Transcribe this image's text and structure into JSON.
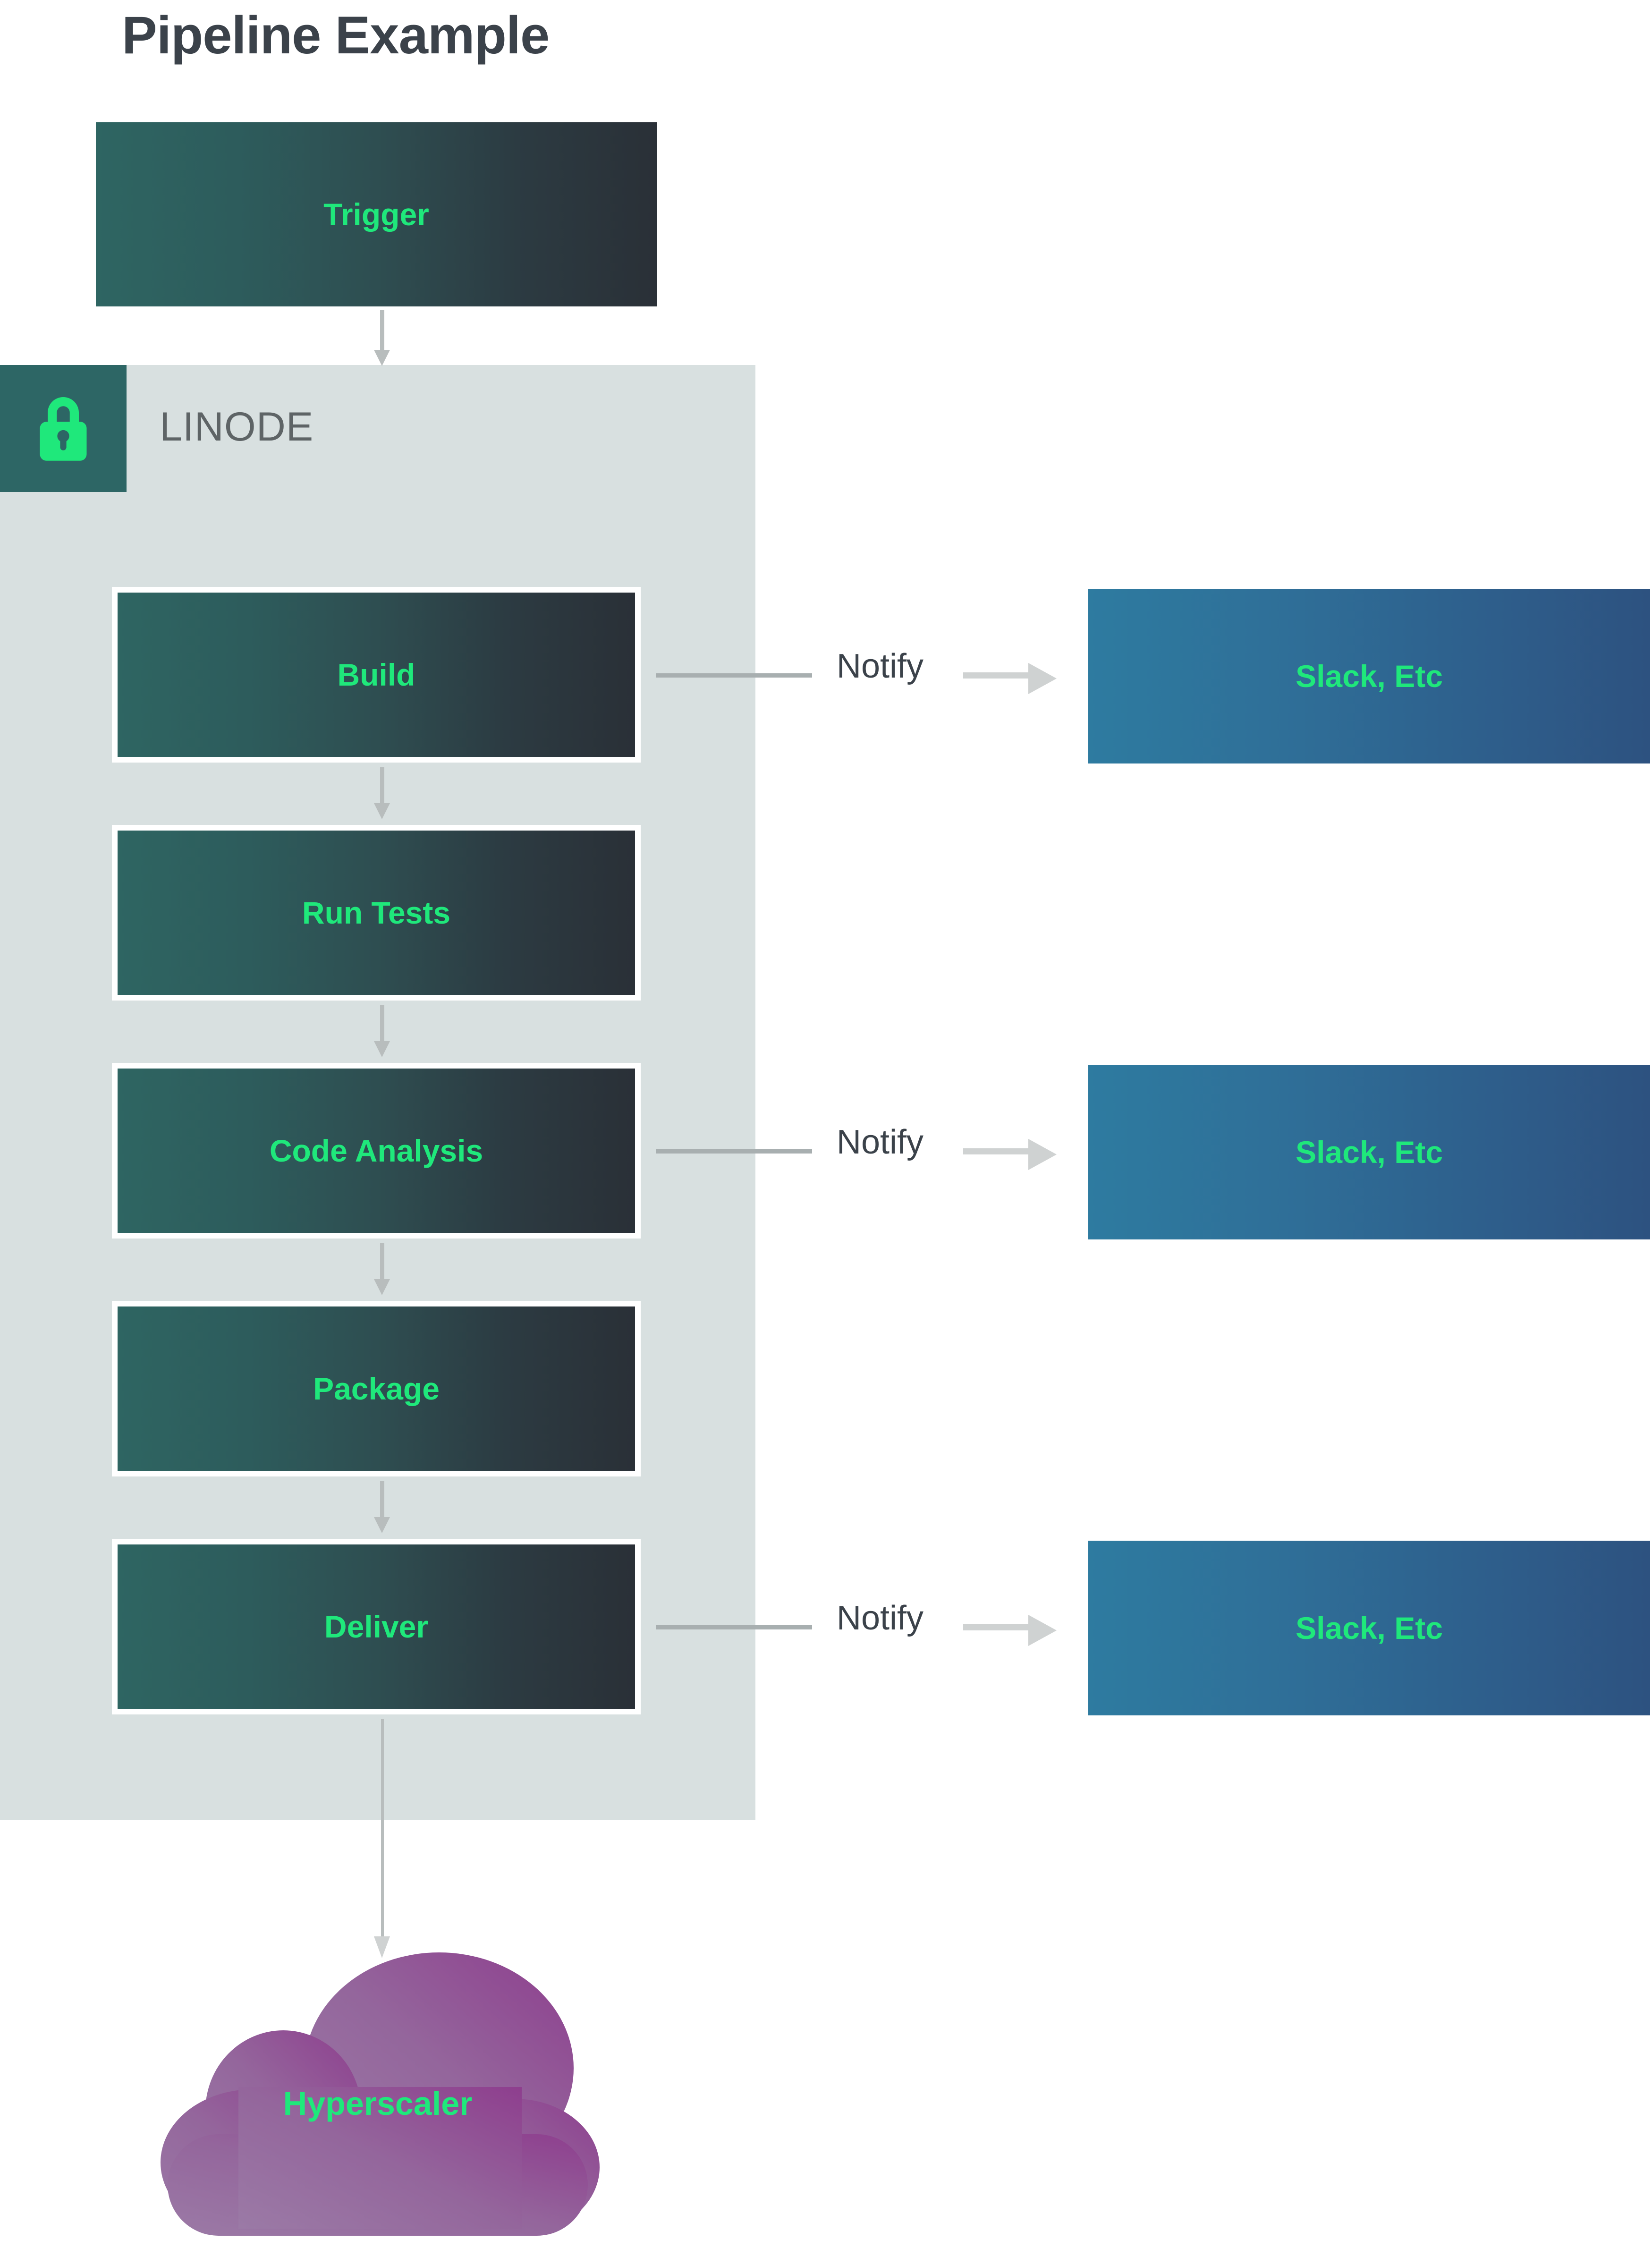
{
  "title": "Pipeline Example",
  "colors": {
    "accent_green": "#1fe87b",
    "title_text": "#3b424a",
    "container_bg": "#d8e0e0",
    "badge_bg": "#2d6665",
    "stage_gradient_start": "#2e6562",
    "stage_gradient_end": "#2a3037",
    "slack_gradient_start": "#2e7ba0",
    "slack_gradient_end": "#2d5280",
    "cloud_gradient_start": "#9b76a4",
    "cloud_gradient_end": "#8e3e8e",
    "arrow_gray": "#b8bdbd",
    "notify_line_gray": "#a8afb0"
  },
  "trigger": {
    "label": "Trigger"
  },
  "container": {
    "badge_icon": "lock-icon",
    "label": "LINODE"
  },
  "stages": [
    {
      "label": "Build",
      "notify": true
    },
    {
      "label": "Run Tests",
      "notify": false
    },
    {
      "label": "Code Analysis",
      "notify": true
    },
    {
      "label": "Package",
      "notify": false
    },
    {
      "label": "Deliver",
      "notify": true
    }
  ],
  "notifications": [
    {
      "edge_label": "Notify",
      "target_label": "Slack, Etc"
    },
    {
      "edge_label": "Notify",
      "target_label": "Slack, Etc"
    },
    {
      "edge_label": "Notify",
      "target_label": "Slack, Etc"
    }
  ],
  "cloud": {
    "label": "Hyperscaler"
  },
  "chart_data": {
    "type": "diagram",
    "title": "Pipeline Example",
    "nodes": [
      {
        "id": "trigger",
        "label": "Trigger",
        "shape": "rect",
        "group": null
      },
      {
        "id": "build",
        "label": "Build",
        "shape": "rect",
        "group": "LINODE"
      },
      {
        "id": "run-tests",
        "label": "Run Tests",
        "shape": "rect",
        "group": "LINODE"
      },
      {
        "id": "code-analysis",
        "label": "Code Analysis",
        "shape": "rect",
        "group": "LINODE"
      },
      {
        "id": "package",
        "label": "Package",
        "shape": "rect",
        "group": "LINODE"
      },
      {
        "id": "deliver",
        "label": "Deliver",
        "shape": "rect",
        "group": "LINODE"
      },
      {
        "id": "slack-1",
        "label": "Slack, Etc",
        "shape": "rect",
        "group": null
      },
      {
        "id": "slack-2",
        "label": "Slack, Etc",
        "shape": "rect",
        "group": null
      },
      {
        "id": "slack-3",
        "label": "Slack, Etc",
        "shape": "rect",
        "group": null
      },
      {
        "id": "hyperscaler",
        "label": "Hyperscaler",
        "shape": "cloud",
        "group": null
      }
    ],
    "edges": [
      {
        "from": "trigger",
        "to": "build",
        "label": ""
      },
      {
        "from": "build",
        "to": "run-tests",
        "label": ""
      },
      {
        "from": "run-tests",
        "to": "code-analysis",
        "label": ""
      },
      {
        "from": "code-analysis",
        "to": "package",
        "label": ""
      },
      {
        "from": "package",
        "to": "deliver",
        "label": ""
      },
      {
        "from": "deliver",
        "to": "hyperscaler",
        "label": ""
      },
      {
        "from": "build",
        "to": "slack-1",
        "label": "Notify"
      },
      {
        "from": "code-analysis",
        "to": "slack-2",
        "label": "Notify"
      },
      {
        "from": "deliver",
        "to": "slack-3",
        "label": "Notify"
      }
    ],
    "groups": [
      {
        "id": "linode",
        "label": "LINODE",
        "icon": "lock-icon"
      }
    ]
  }
}
